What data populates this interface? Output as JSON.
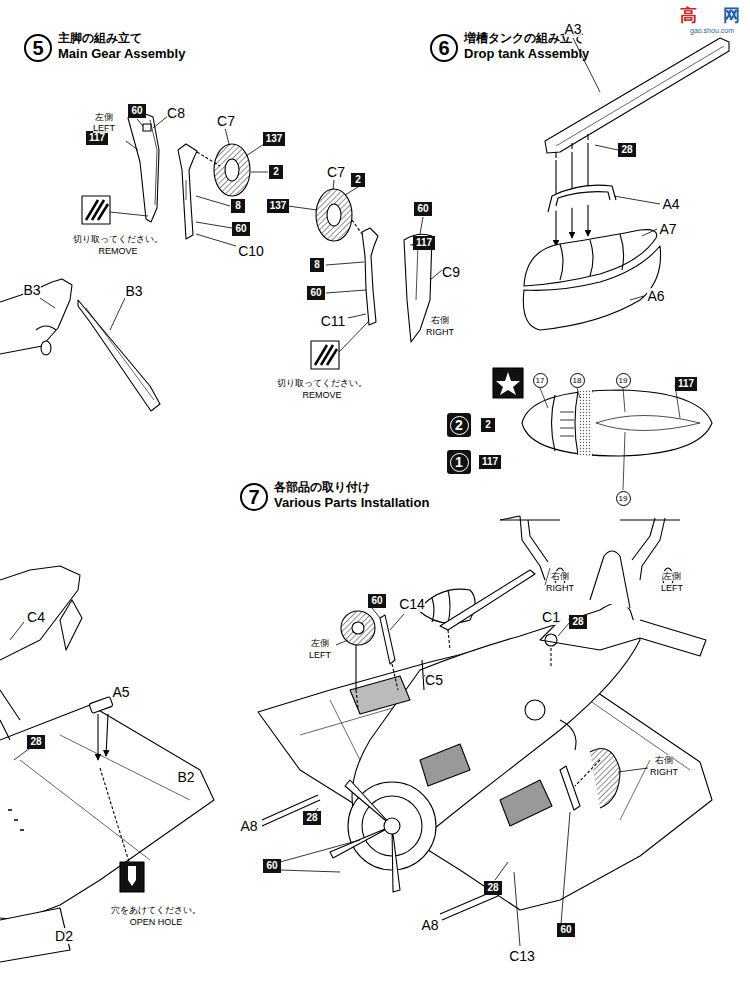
{
  "diagram": {
    "nodes": [
      {
        "text": [
          "5",
          "主脚の組み立て",
          "Main Gear Assembly"
        ]
      },
      {
        "text": [
          "6",
          "増槽タンクの組み立て",
          "Drop tank Assembly"
        ]
      },
      {
        "text": [
          "7",
          "各部品の取り付け",
          "Various Parts Installation"
        ]
      },
      {
        "text": [
          "60"
        ]
      },
      {
        "text": [
          "117"
        ]
      },
      {
        "text": [
          "137"
        ]
      },
      {
        "text": [
          "2"
        ]
      },
      {
        "text": [
          "8"
        ]
      },
      {
        "text": [
          "60"
        ]
      },
      {
        "text": [
          "2"
        ]
      },
      {
        "text": [
          "137"
        ]
      },
      {
        "text": [
          "60"
        ]
      },
      {
        "text": [
          "117"
        ]
      },
      {
        "text": [
          "8"
        ]
      },
      {
        "text": [
          "60"
        ]
      },
      {
        "text": [
          "28"
        ]
      },
      {
        "text": [
          "17"
        ]
      },
      {
        "text": [
          "18"
        ]
      },
      {
        "text": [
          "19"
        ]
      },
      {
        "text": [
          "19"
        ]
      },
      {
        "text": [
          "117"
        ]
      },
      {
        "text": [
          "2"
        ]
      },
      {
        "text": [
          "2"
        ]
      },
      {
        "text": [
          "1"
        ]
      },
      {
        "text": [
          "117"
        ]
      },
      {
        "text": [
          "60"
        ]
      },
      {
        "text": [
          "28"
        ]
      },
      {
        "text": [
          "28"
        ]
      },
      {
        "text": [
          "28"
        ]
      },
      {
        "text": [
          "60"
        ]
      },
      {
        "text": [
          "28"
        ]
      },
      {
        "text": [
          "60"
        ]
      }
    ],
    "labels": [
      "高",
      "网",
      "gao.shou.com",
      "C8",
      "左側",
      "LEFT",
      "C7",
      "切り取ってください。",
      "REMOVE",
      "C10",
      "B3",
      "B3",
      "C7",
      "C9",
      "C11",
      "右側",
      "RIGHT",
      "切り取ってください。",
      "REMOVE",
      "A3",
      "A4",
      "A7",
      "A6",
      "右側",
      "RIGHT",
      "左側",
      "LEFT",
      "C4",
      "A5",
      "B2",
      "D2",
      "穴をあけてください。",
      "OPEN HOLE",
      "C14",
      "左側",
      "LEFT",
      "C1",
      "C5",
      "右側",
      "RIGHT",
      "A8",
      "A8",
      "C13"
    ]
  }
}
